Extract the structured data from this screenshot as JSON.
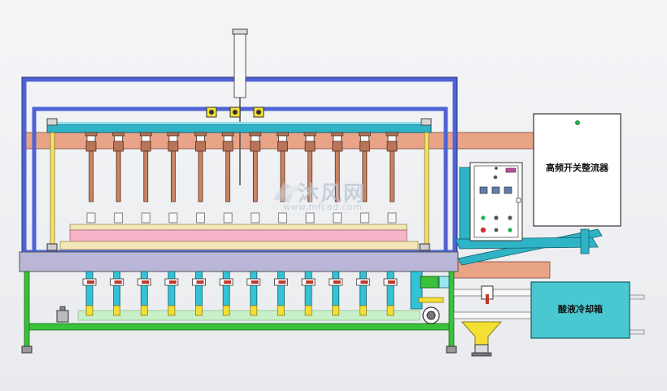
{
  "labels": {
    "rectifier": "高频开关整流器",
    "cooling_tank": "酸液冷却箱"
  },
  "watermark": {
    "brand": "沐风网",
    "url": "www.mfcad.com"
  },
  "equipment": {
    "electrode_count": 12,
    "drain_valve_count": 12
  },
  "colors": {
    "frame_blue": "#4f63d6",
    "frame_outline": "#2a357a",
    "support_green": "#39c13a",
    "copper": "#b8755a",
    "rail_cyan": "#2fb3c6",
    "tank_cyan": "#4ac8d1",
    "pipe_cyan": "#33c2d6",
    "pipe_yellow": "#f4e033",
    "salmon": "#e9a487",
    "pink": "#f6b4c9",
    "cream": "#f3e7b5",
    "base_lavender": "#b9b6d8",
    "cabinet_white": "#ffffff"
  }
}
